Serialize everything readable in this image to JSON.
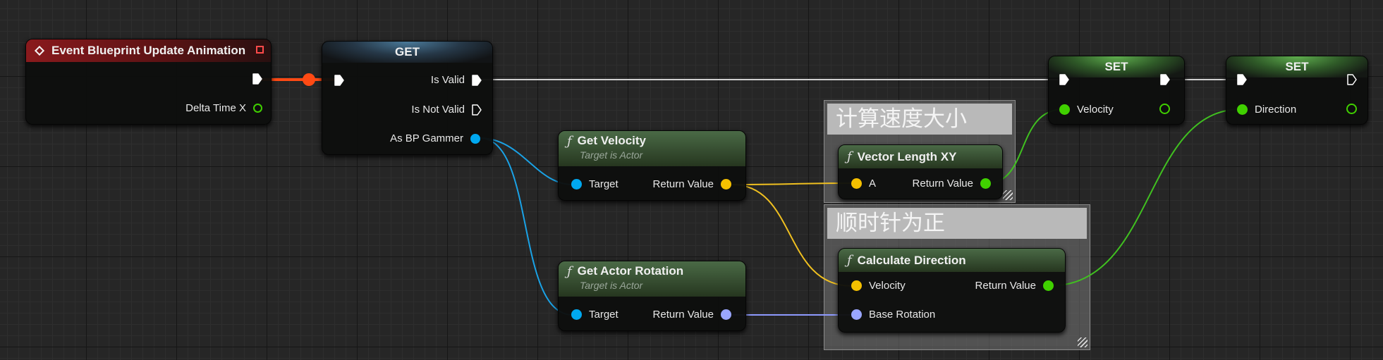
{
  "pin_colors": {
    "exec": "#ffffff",
    "object": "#00a8f0",
    "vector": "#f5c000",
    "float": "#40d000",
    "rotator": "#9aa6ff"
  },
  "event_node": {
    "title": "Event Blueprint Update Animation",
    "delta_time_label": "Delta Time X"
  },
  "get_node": {
    "title": "GET",
    "is_valid": "Is Valid",
    "is_not_valid": "Is Not Valid",
    "as_bp": "As BP Gammer"
  },
  "get_velocity": {
    "title": "Get Velocity",
    "subtitle": "Target is Actor",
    "target": "Target",
    "return_value": "Return Value"
  },
  "get_rotation": {
    "title": "Get Actor Rotation",
    "subtitle": "Target is Actor",
    "target": "Target",
    "return_value": "Return Value"
  },
  "comment1": {
    "title": "计算速度大小"
  },
  "comment2": {
    "title": "顺时针为正"
  },
  "vector_length": {
    "title": "Vector Length XY",
    "a": "A",
    "return_value": "Return Value"
  },
  "calc_direction": {
    "title": "Calculate Direction",
    "velocity": "Velocity",
    "base_rotation": "Base Rotation",
    "return_value": "Return Value"
  },
  "set_velocity": {
    "title": "SET",
    "pin": "Velocity"
  },
  "set_direction": {
    "title": "SET",
    "pin": "Direction"
  }
}
